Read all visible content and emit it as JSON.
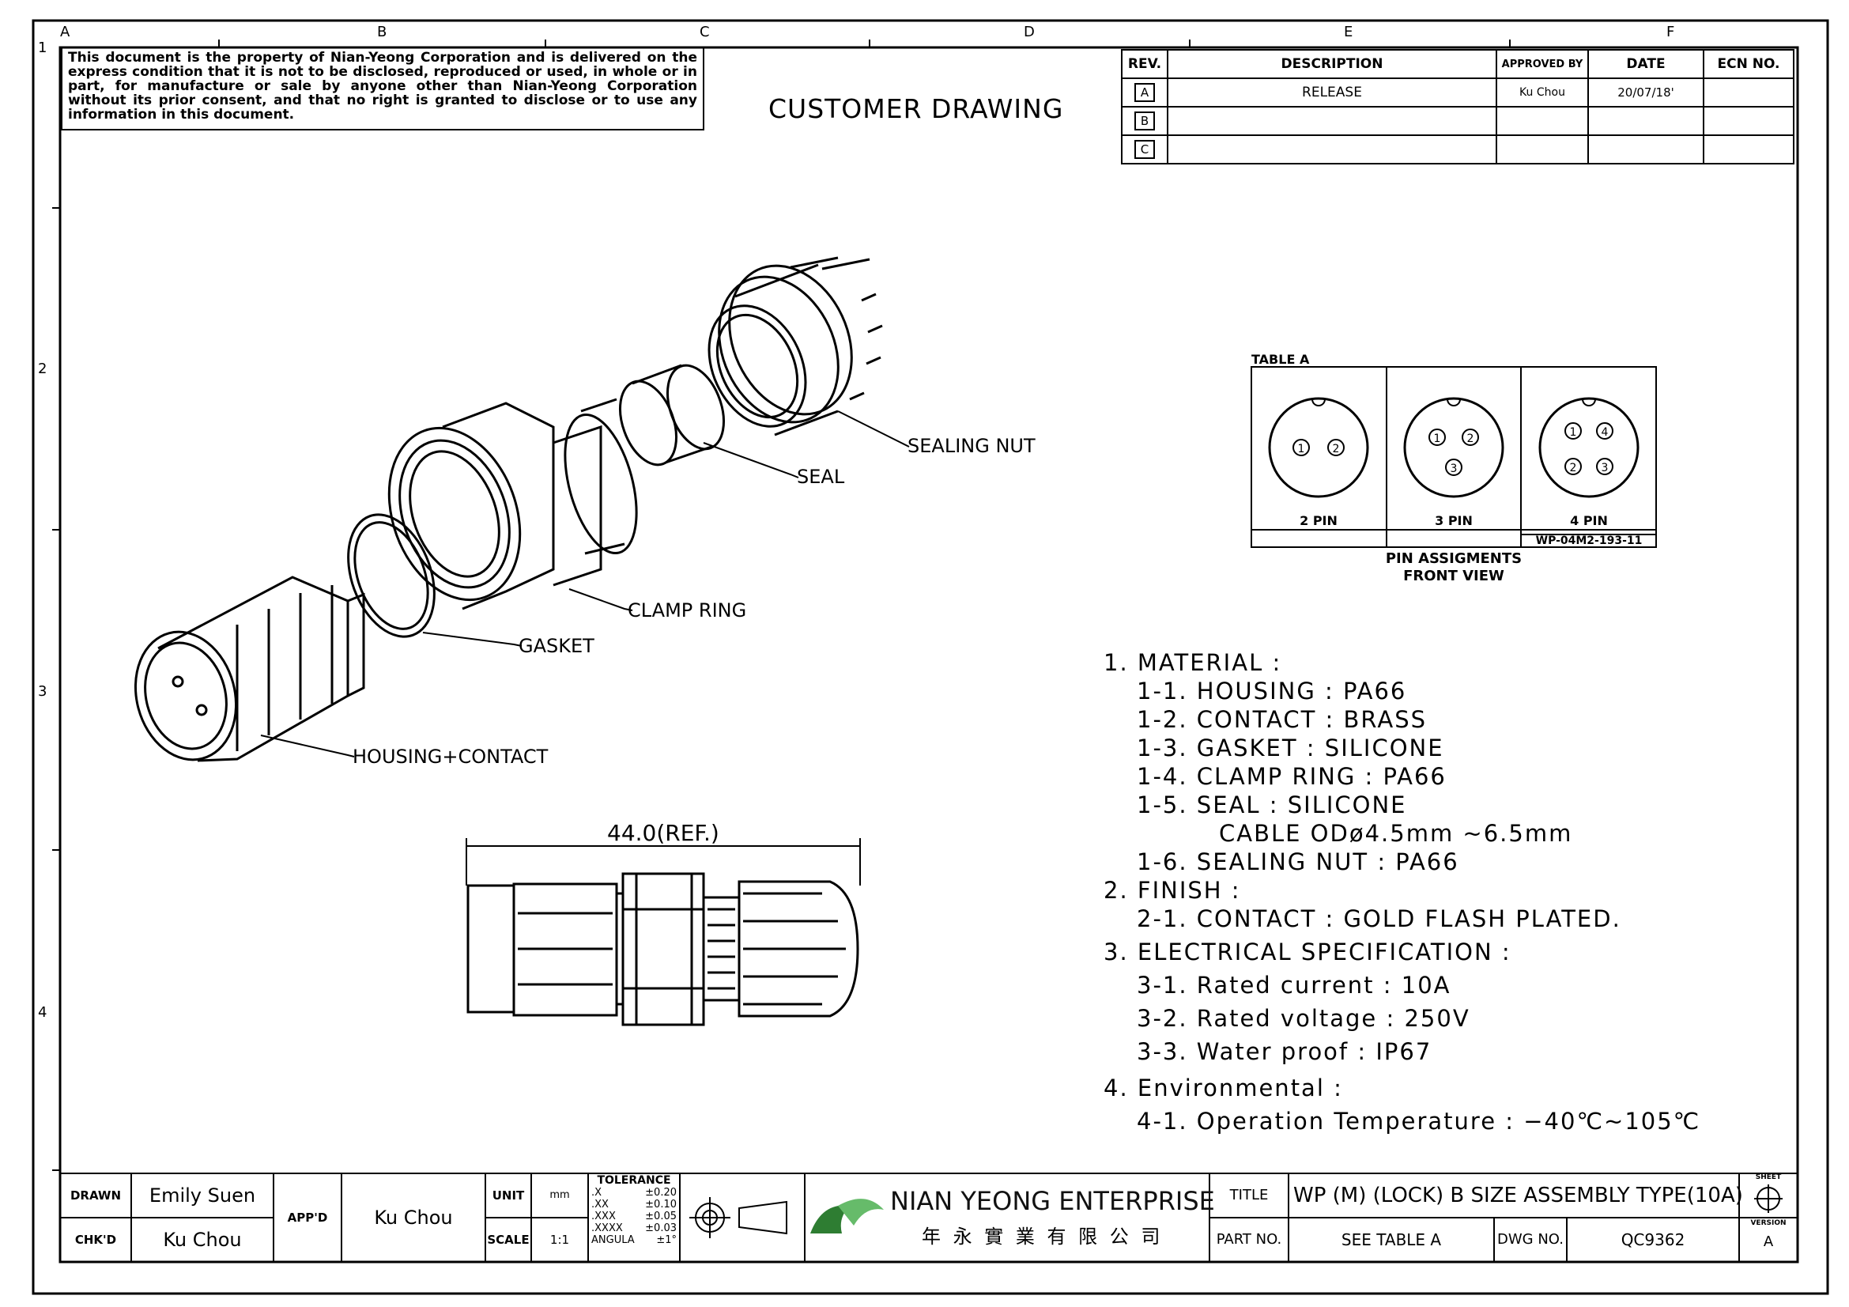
{
  "notice": "This document is the property of Nian-Yeong Corporation and is delivered on the express condition that it is not to be disclosed, reproduced or used, in whole or in part, for manufacture or sale by anyone other than Nian-Yeong Corporation without its prior consent, and that no right is granted to disclose or to use any information in this document.",
  "drawing_title": "CUSTOMER DRAWING",
  "zones_top": [
    "A",
    "B",
    "C",
    "D",
    "E",
    "F"
  ],
  "zones_left": [
    "1",
    "2",
    "3",
    "4"
  ],
  "revision_table": {
    "headers": [
      "REV.",
      "DESCRIPTION",
      "APPROVED BY",
      "DATE",
      "ECN NO."
    ],
    "rows": [
      {
        "rev": "A",
        "description": "RELEASE",
        "approved": "Ku Chou",
        "date": "20/07/18'",
        "ecn": ""
      },
      {
        "rev": "B",
        "description": "",
        "approved": "",
        "date": "",
        "ecn": ""
      },
      {
        "rev": "C",
        "description": "",
        "approved": "",
        "date": "",
        "ecn": ""
      }
    ]
  },
  "parts": {
    "sealing_nut": "SEALING NUT",
    "seal": "SEAL",
    "clamp_ring": "CLAMP RING",
    "gasket": "GASKET",
    "housing_contact": "HOUSING+CONTACT"
  },
  "dimension": "44.0(REF.)",
  "table_a": {
    "label": "TABLE A",
    "columns": [
      {
        "label": "2 PIN",
        "pins": [
          "1",
          "2"
        ]
      },
      {
        "label": "3 PIN",
        "pins": [
          "1",
          "2",
          "3"
        ]
      },
      {
        "label": "4 PIN",
        "pins": [
          "1",
          "4",
          "2",
          "3"
        ]
      }
    ],
    "part_code": "WP-04M2-193-11",
    "caption_1": "PIN ASSIGMENTS",
    "caption_2": "FRONT VIEW"
  },
  "specs": [
    {
      "level": 1,
      "text": "1. MATERIAL :"
    },
    {
      "level": 2,
      "text": "1-1. HOUSING : PA66"
    },
    {
      "level": 2,
      "text": "1-2. CONTACT : BRASS"
    },
    {
      "level": 2,
      "text": "1-3. GASKET : SILICONE"
    },
    {
      "level": 2,
      "text": "1-4. CLAMP RING : PA66"
    },
    {
      "level": 2,
      "text": "1-5. SEAL : SILICONE"
    },
    {
      "level": 3,
      "text": "CABLE ODø4.5mm ~6.5mm"
    },
    {
      "level": 2,
      "text": "1-6. SEALING NUT : PA66"
    },
    {
      "level": 1,
      "text": "2. FINISH :"
    },
    {
      "level": 2,
      "text": "2-1. CONTACT : GOLD FLASH PLATED."
    },
    {
      "level": 1,
      "text": "3. ELECTRICAL SPECIFICATION :"
    },
    {
      "level": 2,
      "text": "3-1. Rated current : 10A"
    },
    {
      "level": 2,
      "text": "3-2. Rated voltage : 250V"
    },
    {
      "level": 2,
      "text": "3-3. Water proof : IP67"
    },
    {
      "level": 1,
      "text": "4. Environmental :"
    },
    {
      "level": 2,
      "text": "4-1. Operation Temperature : −40℃~105℃"
    }
  ],
  "title_block": {
    "drawn_label": "DRAWN",
    "drawn_by": "Emily Suen",
    "chkd_label": "CHK'D",
    "checked_by": "Ku Chou",
    "appd_label": "APP'D",
    "approved_by": "Ku Chou",
    "unit_label": "UNIT",
    "unit": "mm",
    "scale_label": "SCALE",
    "scale": "1:1",
    "tolerance_label": "TOLERANCE",
    "tolerances": [
      {
        "k": ".X",
        "v": "±0.20"
      },
      {
        "k": ".XX",
        "v": "±0.10"
      },
      {
        "k": ".XXX",
        "v": "±0.05"
      },
      {
        "k": ".XXXX",
        "v": "±0.03"
      },
      {
        "k": "ANGULA",
        "v": "±1°"
      }
    ],
    "company": "NIAN YEONG ENTERPRISE",
    "company_cn": "年 永 實 業 有 限 公 司",
    "title_label": "TITLE",
    "title": "WP (M) (LOCK) B SIZE ASSEMBLY TYPE(10A)",
    "part_no_label": "PART NO.",
    "part_no": "SEE TABLE A",
    "dwg_no_label": "DWG NO.",
    "dwg_no": "QC9362",
    "sheet_label": "SHEET",
    "version_label": "VERSION",
    "version": "A"
  }
}
